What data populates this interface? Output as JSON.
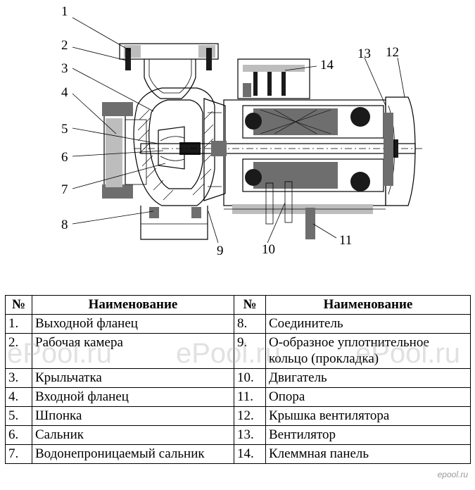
{
  "callouts": [
    "1",
    "2",
    "3",
    "4",
    "5",
    "6",
    "7",
    "8",
    "9",
    "10",
    "11",
    "12",
    "13",
    "14"
  ],
  "table": {
    "headers": [
      "№",
      "Наименование",
      "№",
      "Наименование"
    ],
    "rows": [
      [
        "1.",
        "Выходной фланец",
        "8.",
        "Соединитель"
      ],
      [
        "2.",
        "Рабочая камера",
        "9.",
        "О-образное уплотнительное кольцо (прокладка)"
      ],
      [
        "3.",
        "Крыльчатка",
        "10.",
        "Двигатель"
      ],
      [
        "4.",
        "Входной фланец",
        "11.",
        "Опора"
      ],
      [
        "5.",
        "Шпонка",
        "12.",
        "Крышка вентилятора"
      ],
      [
        "6.",
        "Сальник",
        "13.",
        "Вентилятор"
      ],
      [
        "7.",
        "Водонепроницаемый сальник",
        "14.",
        "Клеммная панель"
      ]
    ]
  },
  "watermark": "ePool.ru",
  "logo": "epool.ru"
}
